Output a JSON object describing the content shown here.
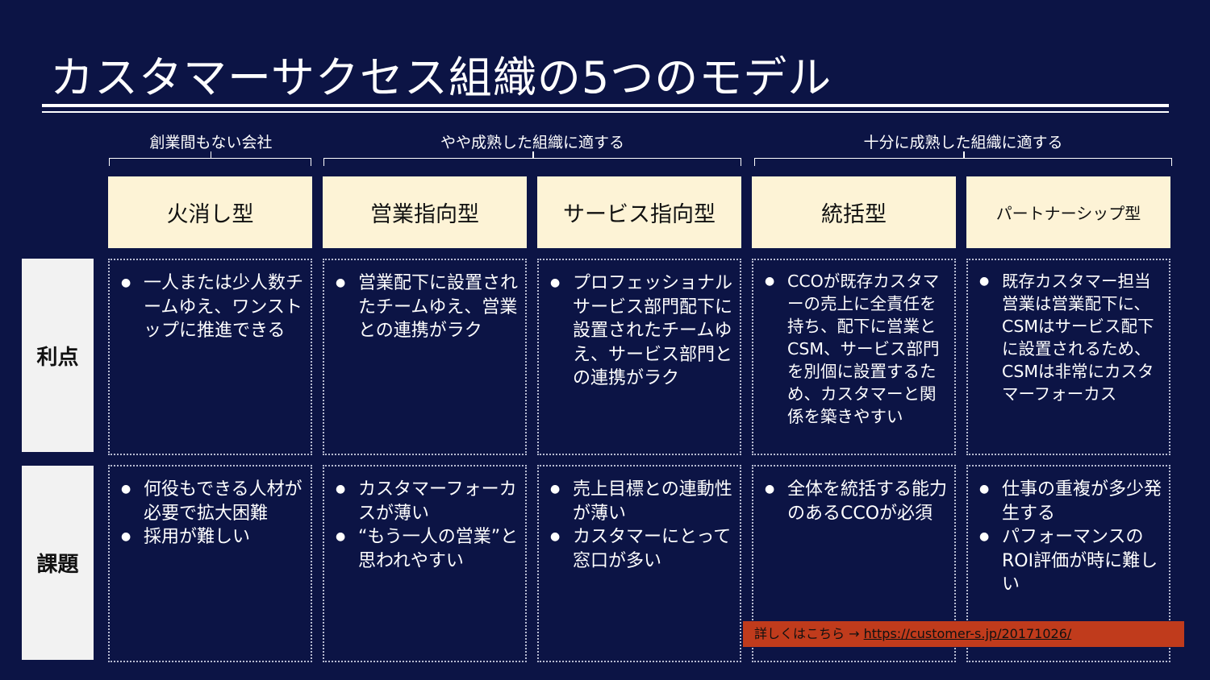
{
  "title": "カスタマーサクセス組織の5つのモデル",
  "groups": [
    {
      "label": "創業間もない会社"
    },
    {
      "label": "やや成熟した組織に適する"
    },
    {
      "label": "十分に成熟した組織に適する"
    }
  ],
  "models": [
    {
      "name": "火消し型"
    },
    {
      "name": "営業指向型"
    },
    {
      "name": "サービス指向型"
    },
    {
      "name": "統括型"
    },
    {
      "name": "パートナーシップ型"
    }
  ],
  "row_labels": {
    "advantage": "利点",
    "challenge": "課題"
  },
  "advantages": [
    [
      "一人または少人数チームゆえ、ワンストップに推進できる"
    ],
    [
      "営業配下に設置されたチームゆえ、営業との連携がラク"
    ],
    [
      "プロフェッショナルサービス部門配下に設置されたチームゆえ、サービス部門との連携がラク"
    ],
    [
      "CCOが既存カスタマーの売上に全責任を持ち、配下に営業とCSM、サービス部門を別個に設置するため、カスタマーと関係を築きやすい"
    ],
    [
      "既存カスタマー担当営業は営業配下に、CSMはサービス配下に設置されるため、CSMは非常にカスタマーフォーカス"
    ]
  ],
  "challenges": [
    [
      "何役もできる人材が必要で拡大困難",
      "採用が難しい"
    ],
    [
      "カスタマーフォーカスが薄い",
      "“もう一人の営業”と思われやすい"
    ],
    [
      "売上目標との連動性が薄い",
      "カスタマーにとって窓口が多い"
    ],
    [
      "全体を統括する能力のあるCCOが必須"
    ],
    [
      "仕事の重複が多少発生する",
      "パフォーマンスのROI評価が時に難しい"
    ]
  ],
  "footer": {
    "prefix": "詳しくはこちら → ",
    "link_text": "https://customer-s.jp/20171026/"
  }
}
